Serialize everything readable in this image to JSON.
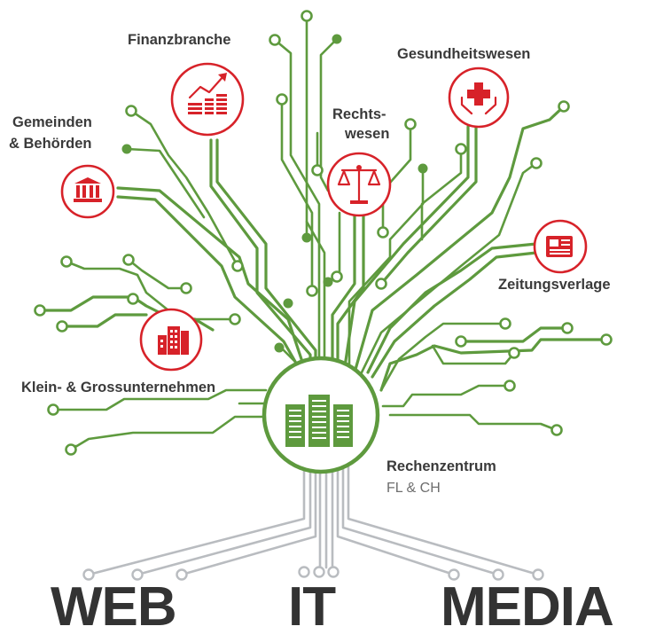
{
  "labels": {
    "finance": "Finanzbranche",
    "health": "Gesundheitswesen",
    "legal_line1": "Rechts-",
    "legal_line2": "wesen",
    "municipal_line1": "Gemeinden",
    "municipal_line2": "& Behörden",
    "newspaper": "Zeitungsverlage",
    "business": "Klein- & Grossunternehmen",
    "datacenter": "Rechenzentrum",
    "datacenter_location": "FL & CH"
  },
  "footer": {
    "web": "WEB",
    "it": "IT",
    "media": "MEDIA"
  },
  "icons": {
    "finance": "finance-chart-icon",
    "health": "healthcare-hands-cross-icon",
    "legal": "scales-of-justice-icon",
    "municipal": "government-building-icon",
    "newspaper": "newspaper-icon",
    "business": "office-buildings-icon",
    "datacenter": "server-racks-icon"
  },
  "colors": {
    "green": "#5e9a3e",
    "red": "#d72229",
    "gray": "#b9bcc0",
    "text": "#333333"
  }
}
